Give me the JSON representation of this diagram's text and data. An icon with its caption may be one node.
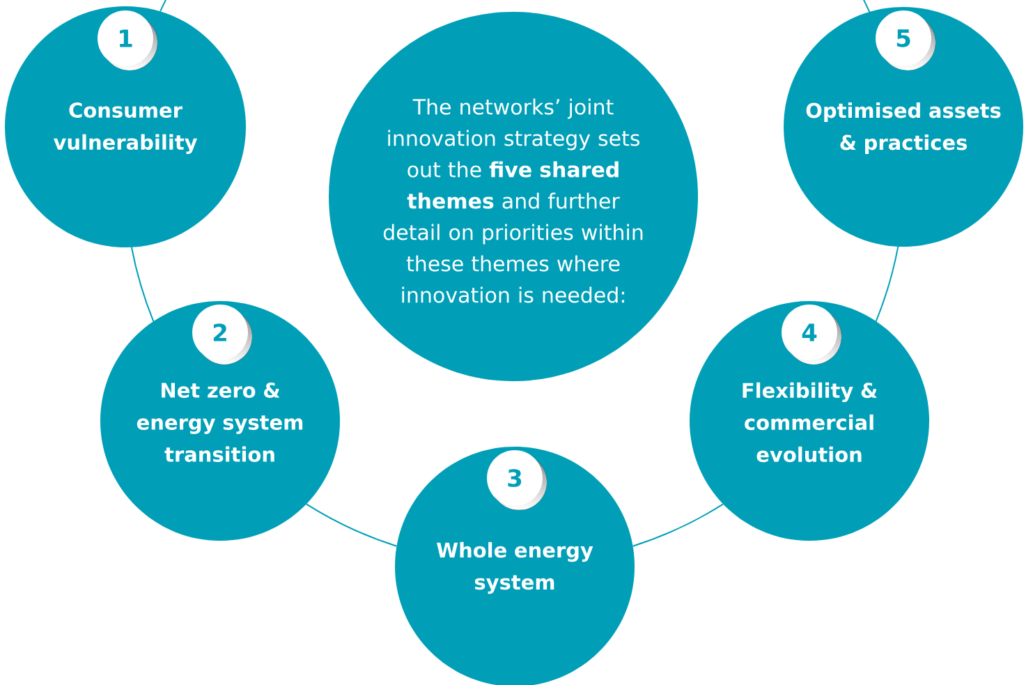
{
  "diagram": {
    "nodes": [
      {
        "text": [
          "The networks’ joint innovation strategy sets out the **five shared themes** and further detail on priorities within these themes where innovation is needed:"
        ]
      },
      {
        "text": [
          "1",
          "Consumer vulnerability"
        ]
      },
      {
        "text": [
          "2",
          "Net zero & energy system transition"
        ]
      },
      {
        "text": [
          "3",
          "Whole energy system"
        ]
      },
      {
        "text": [
          "4",
          "Flexibility & commercial evolution"
        ]
      },
      {
        "text": [
          "5",
          "Optimised assets & practices"
        ]
      }
    ],
    "edges": [
      {
        "from": 1,
        "to": null,
        "arrow": "none"
      },
      {
        "from": 1,
        "to": 2,
        "arrow": "none"
      },
      {
        "from": 2,
        "to": 3,
        "arrow": "none"
      },
      {
        "from": 3,
        "to": 4,
        "arrow": "none"
      },
      {
        "from": 4,
        "to": 5,
        "arrow": "none"
      },
      {
        "from": 5,
        "to": null,
        "arrow": "none"
      }
    ]
  }
}
